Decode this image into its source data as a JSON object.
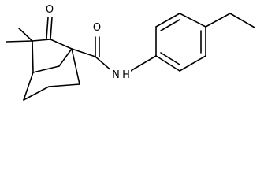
{
  "molecule": {
    "atoms": {
      "ketone_oxygen": "O",
      "amide_oxygen": "O",
      "amide_nitrogen": "N",
      "amide_hydrogen": "H"
    }
  },
  "colors": {
    "bond": "#000000",
    "background": "#ffffff"
  }
}
